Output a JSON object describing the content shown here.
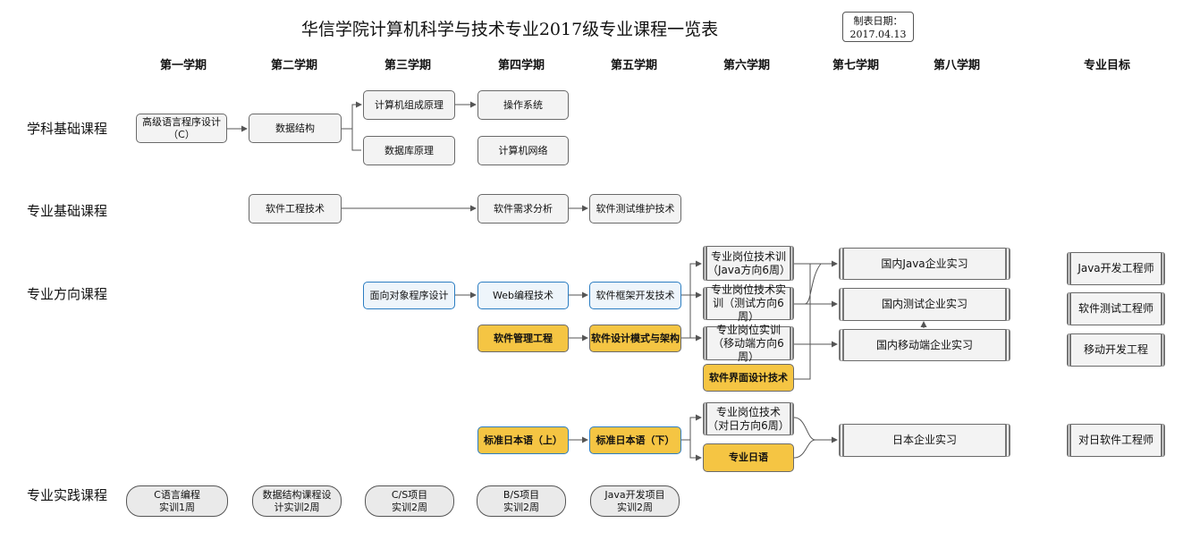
{
  "title": "华信学院计算机科学与技术专业2017级专业课程一览表",
  "date": {
    "label": "制表日期：",
    "value": "2017.04.13"
  },
  "semesters": [
    "第一学期",
    "第二学期",
    "第三学期",
    "第四学期",
    "第五学期",
    "第六学期",
    "第七学期",
    "第八学期",
    "专业目标"
  ],
  "rows": {
    "basic": "学科基础课程",
    "professional_basic": "专业基础课程",
    "direction": "专业方向课程",
    "practice": "专业实践课程"
  },
  "courses": {
    "c_lang": "高级语言程序设计（C）",
    "data_structure": "数据结构",
    "computer_organization": "计算机组成原理",
    "database": "数据库原理",
    "os": "操作系统",
    "network": "计算机网络",
    "software_engineering": "软件工程技术",
    "requirements": "软件需求分析",
    "testing_maintenance": "软件测试维护技术",
    "oop": "面向对象程序设计",
    "web": "Web编程技术",
    "framework": "软件框架开发技术",
    "management": "软件管理工程",
    "design_patterns": "软件设计模式与架构",
    "java_training": "专业岗位技术训（Java方向6周）",
    "test_training": "专业岗位技术实训（测试方向6周）",
    "mobile_training": "专业岗位实训（移动端方向6周）",
    "ui_design": "软件界面设计技术",
    "japanese1": "标准日本语（上）",
    "japanese2": "标准日本语（下）",
    "japan_training": "专业岗位技术（对日方向6周）",
    "pro_japanese": "专业日语"
  },
  "internships": {
    "java": "国内Java企业实习",
    "test": "国内测试企业实习",
    "mobile": "国内移动端企业实习",
    "japan": "日本企业实习"
  },
  "goals": {
    "java": "Java开发工程师",
    "test": "软件测试工程师",
    "mobile": "移动开发工程",
    "japan": "对日软件工程师"
  },
  "practice": [
    {
      "line1": "C语言编程",
      "line2": "实训1周"
    },
    {
      "line1": "数据结构课程设",
      "line2": "计实训2周"
    },
    {
      "line1": "C/S项目",
      "line2": "实训2周"
    },
    {
      "line1": "B/S项目",
      "line2": "实训2周"
    },
    {
      "line1": "Java开发项目",
      "line2": "实训2周"
    }
  ],
  "colors": {
    "blue_border": "#2b7dc2",
    "yellow_fill": "#f5c543",
    "gray_fill": "#f3f3f3",
    "line": "#555555"
  }
}
